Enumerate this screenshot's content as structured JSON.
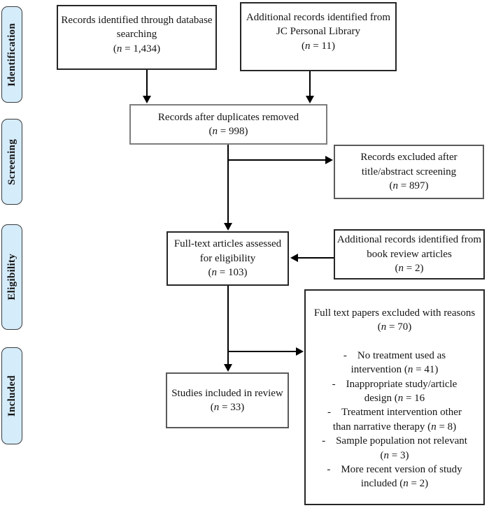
{
  "colors": {
    "stage_fill": "#d5ecfb",
    "stage_border": "#3a3a3a",
    "box_border": "#262626",
    "arrow": "#000000"
  },
  "sidebar": {
    "stages": [
      {
        "label": "Identification"
      },
      {
        "label": "Screening"
      },
      {
        "label": "Eligibility"
      },
      {
        "label": "Included"
      }
    ]
  },
  "flow": {
    "db_search": {
      "text": "Records identified through database searching",
      "stat": {
        "open": "(",
        "n": "n",
        "rest": " = 1,434)"
      }
    },
    "jc_library": {
      "text": "Additional records identified from JC Personal Library",
      "stat": {
        "open": "(",
        "n": "n",
        "rest": " = 11)"
      }
    },
    "duplicates_removed": {
      "text": "Records after duplicates removed",
      "stat": {
        "open": "(",
        "n": "n",
        "rest": " = 998)"
      }
    },
    "title_abstract_excluded": {
      "text": "Records excluded after title/abstract screening",
      "stat": {
        "open": "(",
        "n": "n",
        "rest": " = 897)"
      }
    },
    "full_text_assessed": {
      "text": "Full-text articles assessed for eligibility",
      "stat": {
        "open": "(",
        "n": "n",
        "rest": " = 103)"
      }
    },
    "book_review": {
      "text": "Additional records identified from book review articles",
      "stat": {
        "open": "(",
        "n": "n",
        "rest": " = 2)"
      }
    },
    "included": {
      "text": "Studies included in review",
      "stat": {
        "open": "(",
        "n": "n",
        "rest": " = 33)"
      }
    },
    "full_text_excluded": {
      "title_pre": "Full text papers excluded with reasons (",
      "title_n": "n",
      "title_post": " = 70)",
      "reasons": [
        {
          "dash": "-",
          "pre": "No treatment used as intervention (",
          "n": "n",
          "post": " = 41)"
        },
        {
          "dash": "-",
          "pre": "Inappropriate study/article design (",
          "n": "n",
          "post": " = 16"
        },
        {
          "dash": "-",
          "pre": "Treatment intervention other than narrative therapy (",
          "n": "n",
          "post": " = 8)"
        },
        {
          "dash": "-",
          "pre": "Sample population not relevant (",
          "n": "n",
          "post": " = 3)"
        },
        {
          "dash": "-",
          "pre": "More recent version of study included (",
          "n": "n",
          "post": " = 2)"
        }
      ]
    }
  }
}
